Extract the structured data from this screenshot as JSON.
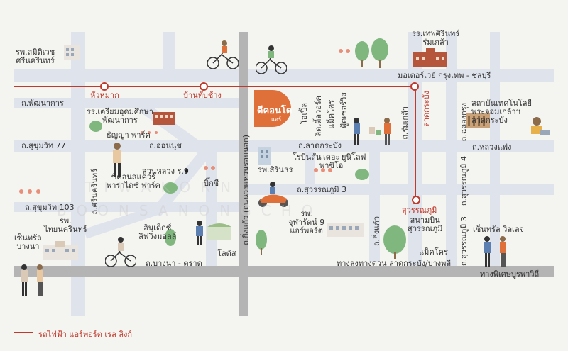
{
  "labels": {
    "samitivej": "รพ.สมิติเวช\nศรีนครินทร์",
    "thepsirin": "รร.เทพศิรินทร์\nร่มเกล้า",
    "motorway": "มอเตอร์เวย์ กรุงเทพ - ชลบุรี",
    "hua_mak": "หัวหมาก",
    "ban_thap_chang": "บ้านทับช้าง",
    "lat_krabang_station": "ลาดกระบัง",
    "phatthanakan": "ถ.พัฒนาการ",
    "triam_udom": "รร.เตรียมอุดมศึกษา\nพัฒนาการ",
    "thanya_park": "ธัญญา พาร์ค",
    "sukhumvit77": "ถ.สุขุมวิท 77",
    "on_nut": "ถ.อ่อนนุช",
    "lat_krabang_rd": "ถ.ลาดกระบัง",
    "romklao_rd": "ถ.ร่มเกล้า",
    "chalongkrung": "ถ.ฉลองกรุง",
    "kmitl": "สถาบันเทคโนโลยี\nพระจอมเกล้าฯ\nลาดกระบัง",
    "luang_phaeng": "ถ.หลวงแพ่ง",
    "srinakarin_rd": "ถ.ศรีนครินทร์",
    "seacon": "ซีคอนสแควร์\nพาราไดซ์ พาร์ค",
    "suan_luang": "สวนหลวง ร.9",
    "big_c": "บิ๊กซี",
    "king_kaew": "ถ.กิ่งแก้ว (ถนนวงแหวนรอบนอก)",
    "siriron": "รพ.สิรินธร",
    "robinson": "โรบินสัน",
    "the_paseo": "เดอะ\nพาซิโอ",
    "uniloft": "ยูนิโลฟ",
    "suvarnabhumi3": "ถ.สุวรรณภูมิ 3",
    "suvarnabhumi4": "ถ.สุวรรณภูมิ 4",
    "suvarnabhumi_station": "สุวรรณภูมิ",
    "sukhumvit103": "ถ.สุขุมวิท 103",
    "thai_nakarin": "รพ.\nไทยนครินทร์",
    "central_bangna": "เซ็นทรัล\nบางนา",
    "index_living": "อินเด็กซ์\nลิฟวิ่งมอลล์",
    "lotus": "โลตัส",
    "chularat9": "รพ.\nจุฬารัตน์ 9\nแอร์พอร์ต",
    "king_kaew_rd": "ถ.กิ่งแก้ว",
    "airport": "สนามบิน\nสุวรรณภูมิ",
    "makro": "แม็คโคร",
    "central_village": "เซ็นทรัล วิลเลจ",
    "bangna_trat": "ถ.บางนา - ตราด",
    "expressway": "ทางลงทางด่วน ลาดกระบัง/บางพลี",
    "bangna_special": "ทางพิเศษบูรพาวิถี",
    "opera": "โอเปิ้ล",
    "lotus_lk": "ลิตเติ้ลวอร์ค",
    "makro_lk": "แม็คโคร\nฟู้ดเซอร์วิส",
    "suvarnabhumi3_v": "ถ.สุวรรณภูมิ 3"
  },
  "logo": {
    "title": "ดีคอนโด",
    "subtitle": "แอร์"
  },
  "legend": {
    "text": "รถไฟฟ้า แอร์พอร์ต เรล ลิงก์"
  },
  "colors": {
    "rail": "#c0392b",
    "road": "#dfe3ec",
    "main_road": "#b4b4b4",
    "brand": "#e0703a",
    "tree": "#7fb77e"
  }
}
